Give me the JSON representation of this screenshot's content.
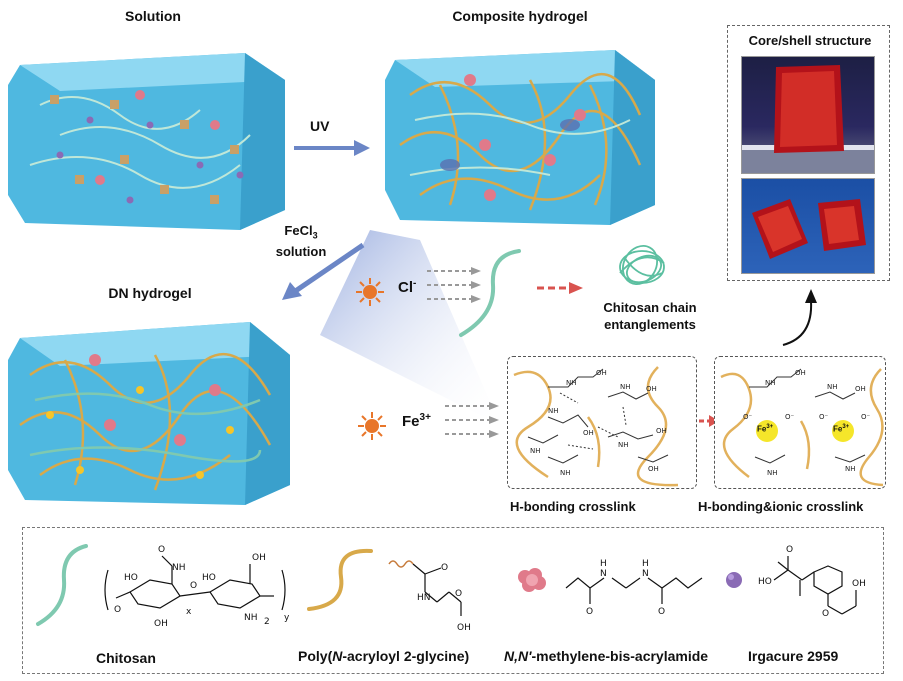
{
  "panels": {
    "solution_title": "Solution",
    "composite_title": "Composite hydrogel",
    "dn_title": "DN hydrogel",
    "core_shell_title": "Core/shell structure"
  },
  "arrows": {
    "uv_label": "UV",
    "fecl3_line1": "FeCl",
    "fecl3_sub": "3",
    "fecl3_line2": "solution"
  },
  "ions": {
    "cl_label": "Cl",
    "cl_charge": "-",
    "fe_label": "Fe",
    "fe_charge": "3+",
    "fe_ion_text": "Fe",
    "fe_ion_charge": "3+"
  },
  "captions": {
    "chitosan_entanglements_line1": "Chitosan chain",
    "chitosan_entanglements_line2": "entanglements",
    "hbond_crosslink": "H-bonding crosslink",
    "hbond_ionic_crosslink": "H-bonding&ionic crosslink"
  },
  "legend": {
    "chitosan": "Chitosan",
    "paglycine_pre": "Poly(",
    "paglycine_italic": "N",
    "paglycine_post": "-acryloyl 2-glycine)",
    "mba_italic": "N,N'",
    "mba_post": "-methylene-bis-acrylamide",
    "irgacure": "Irgacure 2959"
  },
  "colors": {
    "gel_fill": "#4fb8e0",
    "gel_top": "#8fd8f2",
    "chitosan": "#7fc9b0",
    "paglycine": "#d8a94a",
    "mba": "#e07a8a",
    "irgacure": "#8a6bb5",
    "fe_ion": "#f5e62a",
    "sun": "#e8762a",
    "uv_arrow": "#6b86c6",
    "red_arrow": "#d9534f"
  }
}
